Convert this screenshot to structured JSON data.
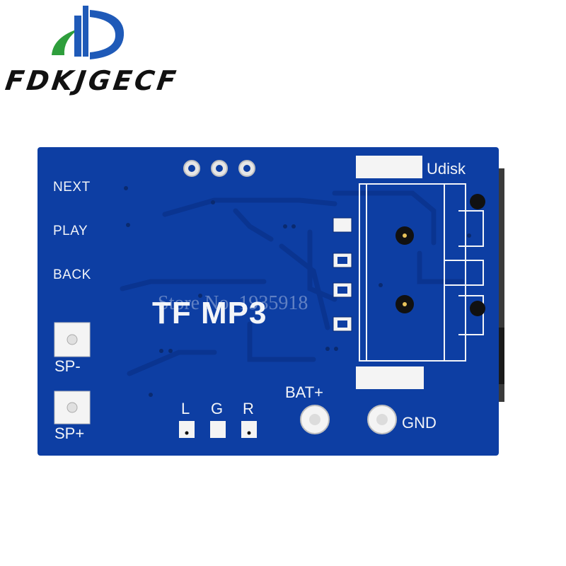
{
  "brand": {
    "name": "FDKJGECF"
  },
  "board": {
    "title": "TF MP3",
    "buttons": [
      "NEXT",
      "PLAY",
      "BACK"
    ],
    "speaker_neg": "SP-",
    "speaker_pos": "SP+",
    "audio_pins": [
      "L",
      "G",
      "R"
    ],
    "bat_label": "BAT+",
    "gnd_label": "GND",
    "udisk_label": "Udisk",
    "watermark": "Store No. 1935918"
  },
  "colors": {
    "pcb": "#0d3ea3",
    "silk": "#f2f4f8",
    "logo_blue": "#1f5ab8",
    "logo_green": "#2e9e3c"
  }
}
